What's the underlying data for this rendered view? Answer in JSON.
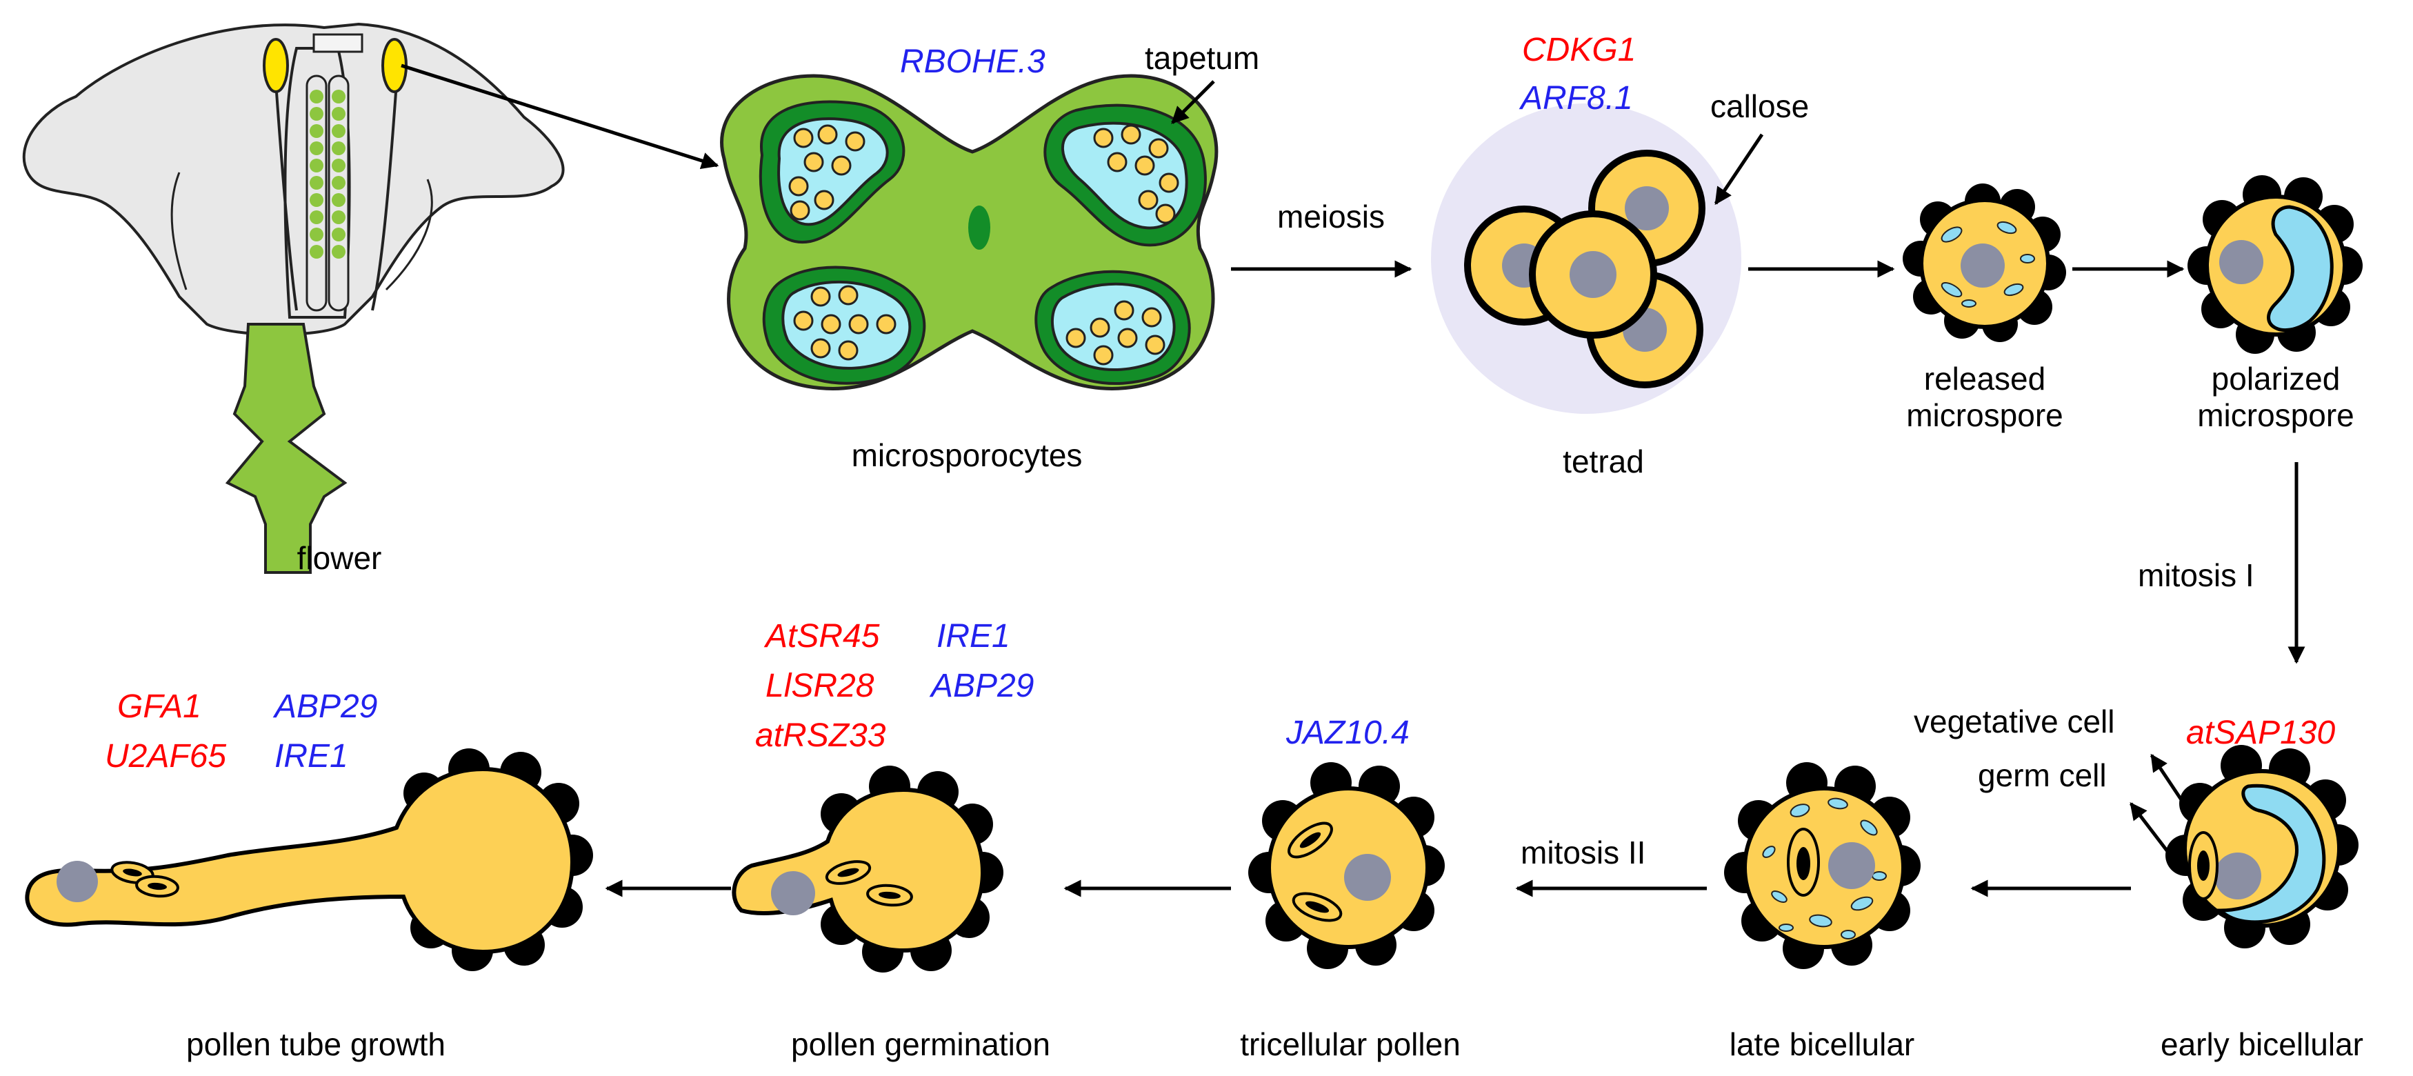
{
  "colors": {
    "pollen": "#fdd055",
    "nucleus": "#8b8fa3",
    "vacuole": "#8fdbf2",
    "anther_green": "#8dc63f",
    "dark_green": "#138d28",
    "tetrad_halo": "#e8e6f6",
    "petal": "#e8e8e8",
    "anther_yellow": "#ffe400",
    "red_gene": "#ff0000",
    "blue_gene": "#2222ee"
  },
  "labels": {
    "flower": "flower",
    "microsporocytes": "microsporocytes",
    "tapetum": "tapetum",
    "meiosis": "meiosis",
    "callose": "callose",
    "tetrad": "tetrad",
    "released_1": "released",
    "released_2": "microspore",
    "polarized_1": "polarized",
    "polarized_2": "microspore",
    "mitosis_1": "mitosis I",
    "vegetative_cell": "vegetative cell",
    "germ_cell": "germ cell",
    "early_bicellular": "early bicellular",
    "late_bicellular": "late bicellular",
    "mitosis_2": "mitosis II",
    "tricellular_pollen": "tricellular pollen",
    "pollen_germination": "pollen germination",
    "pollen_tube_growth": "pollen tube growth"
  },
  "genes": {
    "rbohe": "RBOHE.3",
    "cdkg1": "CDKG1",
    "arf8": "ARF8.1",
    "atsap130": "atSAP130",
    "jaz10": "JAZ10.4",
    "atsr45": "AtSR45",
    "lisr28": "LlSR28",
    "atrsz33": "atRSZ33",
    "ire1_germ": "IRE1",
    "abp29_germ": "ABP29",
    "gfa1": "GFA1",
    "u2af65": "U2AF65",
    "abp29_tube": "ABP29",
    "ire1_tube": "IRE1"
  }
}
